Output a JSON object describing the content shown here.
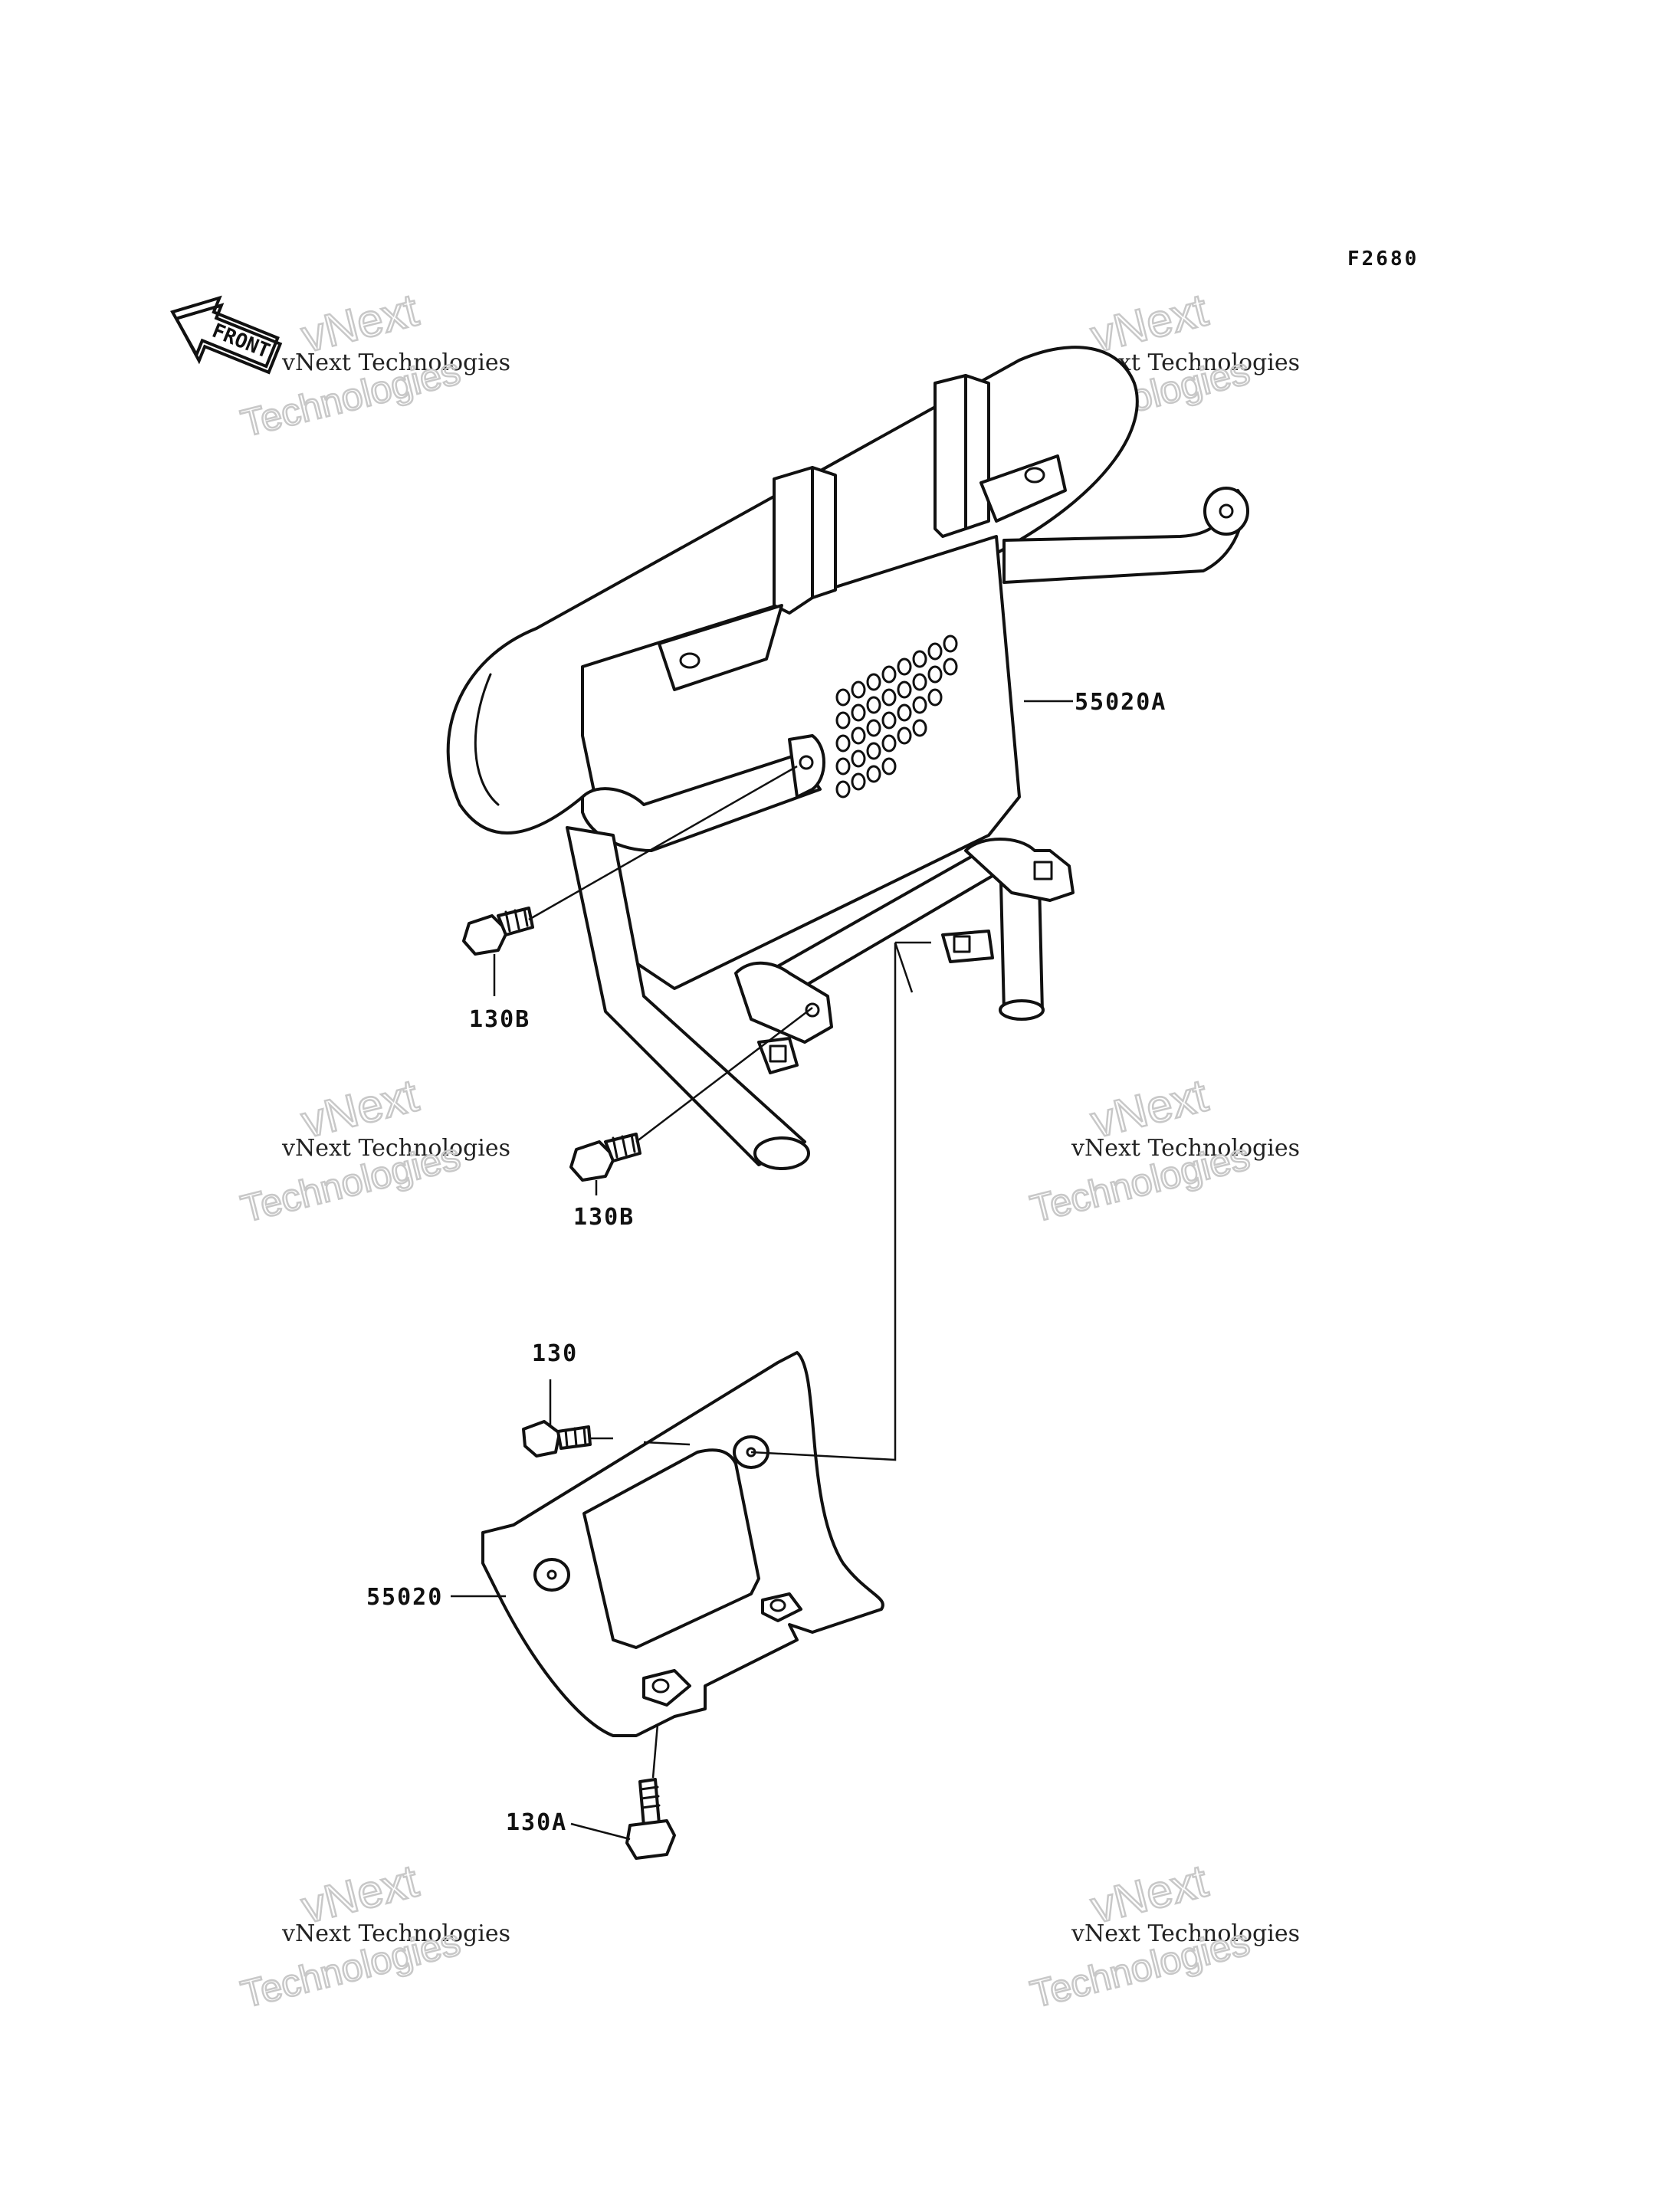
{
  "figure_code": "F2680",
  "front_arrow": {
    "text": "FRONT",
    "icon": "front-arrow-icon"
  },
  "watermark": {
    "line1": "vNext",
    "line2": "vNext Technologies",
    "line3": "Technologies"
  },
  "callouts": [
    {
      "id": "55020A",
      "text": "55020A"
    },
    {
      "id": "130B-upper",
      "text": "130B"
    },
    {
      "id": "130B-lower",
      "text": "130B"
    },
    {
      "id": "130",
      "text": "130"
    },
    {
      "id": "55020",
      "text": "55020"
    },
    {
      "id": "130A",
      "text": "130A"
    }
  ]
}
